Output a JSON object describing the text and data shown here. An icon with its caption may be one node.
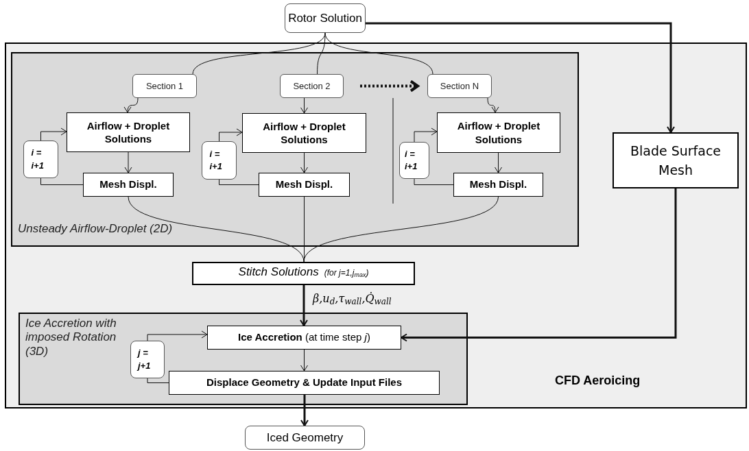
{
  "diagram": {
    "nodes": [
      {
        "text": [
          "Rotor Solution"
        ]
      },
      {
        "text": [
          "CFD Aeroicing"
        ]
      },
      {
        "text": [
          "Unsteady Airflow-Droplet (2D)"
        ],
        "in": 1
      },
      {
        "text": [
          "Section 1"
        ],
        "in": 2
      },
      {
        "text": [
          "Section 2"
        ],
        "in": 2
      },
      {
        "text": [
          "Section N"
        ],
        "in": 2
      },
      {
        "text": [
          "Airflow + Droplet Solutions"
        ],
        "in": 2
      },
      {
        "text": [
          "i = i+1"
        ],
        "in": 2
      },
      {
        "text": [
          "Mesh Displ."
        ],
        "in": 2
      },
      {
        "text": [
          "Airflow + Droplet Solutions"
        ],
        "in": 2
      },
      {
        "text": [
          "i = i+1"
        ],
        "in": 2
      },
      {
        "text": [
          "Mesh Displ."
        ],
        "in": 2
      },
      {
        "text": [
          "Airflow + Droplet Solutions"
        ],
        "in": 2
      },
      {
        "text": [
          "i = i+1"
        ],
        "in": 2
      },
      {
        "text": [
          "Mesh Displ."
        ],
        "in": 2
      },
      {
        "text": [
          "Stitch Solutions",
          "(for j=1,j$_{max}$)"
        ],
        "in": 1
      },
      {
        "text": [
          "Blade Surface Mesh"
        ],
        "in": 1
      },
      {
        "text": [
          "Ice Accretion with imposed Rotation (3D)"
        ],
        "in": 1
      },
      {
        "text": [
          "**Ice Accretion** (at time step *j*)"
        ],
        "in": 17
      },
      {
        "text": [
          "j = j+1"
        ],
        "in": 17
      },
      {
        "text": [
          "Displace Geometry & Update Input Files"
        ],
        "in": 17
      },
      {
        "text": [
          "Iced Geometry"
        ]
      }
    ],
    "edges": [
      {
        "from": 0,
        "to": 3,
        "arrow": "none"
      },
      {
        "from": 0,
        "to": 4,
        "arrow": "none"
      },
      {
        "from": 0,
        "to": 5,
        "arrow": "none"
      },
      {
        "from": 0,
        "to": 16,
        "arrow": "to",
        "style": "thick"
      },
      {
        "from": 4,
        "to": 5,
        "arrow": "to",
        "style": "dashed"
      },
      {
        "from": 3,
        "to": 6,
        "arrow": "to"
      },
      {
        "from": 4,
        "to": 9,
        "arrow": "to"
      },
      {
        "from": 5,
        "to": 12,
        "arrow": "to"
      },
      {
        "from": 6,
        "to": 8,
        "arrow": "to"
      },
      {
        "from": 9,
        "to": 11,
        "arrow": "to"
      },
      {
        "from": 12,
        "to": 14,
        "arrow": "to"
      },
      {
        "from": 8,
        "to": 7,
        "arrow": "none"
      },
      {
        "from": 7,
        "to": 6,
        "arrow": "to"
      },
      {
        "from": 11,
        "to": 10,
        "arrow": "none"
      },
      {
        "from": 10,
        "to": 9,
        "arrow": "to"
      },
      {
        "from": 14,
        "to": 13,
        "arrow": "none"
      },
      {
        "from": 13,
        "to": 12,
        "arrow": "to"
      },
      {
        "from": 8,
        "to": 15,
        "arrow": "none"
      },
      {
        "from": 11,
        "to": 15,
        "arrow": "none"
      },
      {
        "from": 14,
        "to": 15,
        "arrow": "none"
      },
      {
        "from": 15,
        "to": 18,
        "arrow": "to",
        "style": "thick",
        "label": "β,u$_{d}$,τ$_{wall}$,Q̇$_{wall}$"
      },
      {
        "from": 16,
        "to": 18,
        "arrow": "to",
        "style": "thick"
      },
      {
        "from": 18,
        "to": 20,
        "arrow": "to"
      },
      {
        "from": 20,
        "to": 19,
        "arrow": "none"
      },
      {
        "from": 19,
        "to": 18,
        "arrow": "to"
      },
      {
        "from": 20,
        "to": 21,
        "arrow": "to",
        "style": "thick"
      }
    ]
  }
}
